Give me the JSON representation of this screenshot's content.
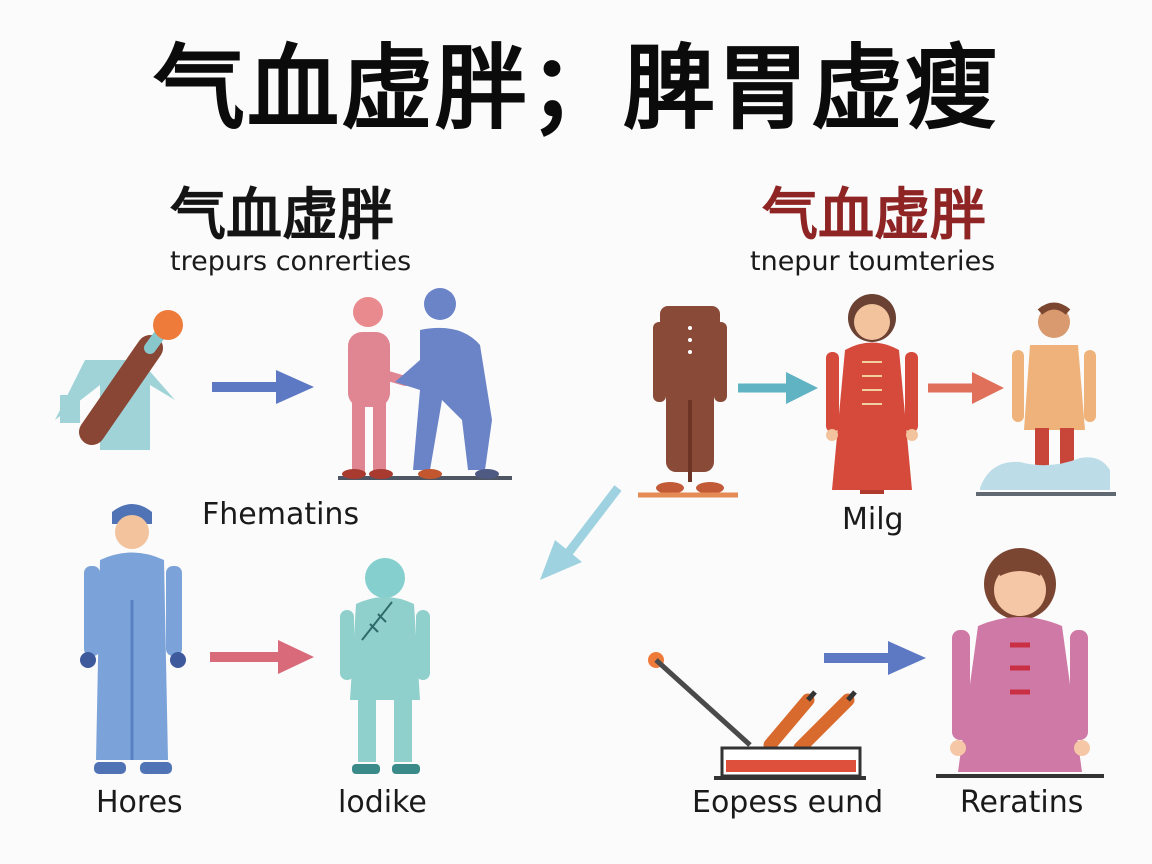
{
  "title": "气血虚胖；脾胃虚瘦",
  "left_section": {
    "title": "气血虚胖",
    "subtitle": "trepurs conrerties",
    "title_color": "#141414"
  },
  "right_section": {
    "title": "气血虚胖",
    "subtitle": "tnepur toumteries",
    "title_color": "#8e2424"
  },
  "captions": {
    "pair_top_left": "Fhematins",
    "top_right_middle": "Milg",
    "bottom_left_a": "Hores",
    "bottom_left_b": "lodike",
    "bottom_right_a": "Eopess eund",
    "bottom_right_b": "Reratins"
  },
  "icons": {
    "tool": "brush-tool-icon",
    "helping": "helping-people-icon",
    "suit": "suit-figure-icon",
    "robe_woman": "robe-woman-icon",
    "boy": "boy-figure-icon",
    "worker": "worker-figure-icon",
    "patient": "patient-figure-icon",
    "instruments": "instruments-icon",
    "woman_pink": "woman-pink-icon"
  },
  "colors": {
    "arrow_blue": "#5d79c4",
    "arrow_teal": "#5fb3c2",
    "arrow_red": "#e0705a",
    "arrow_pink": "#d96a7a",
    "arrow_lightblue": "#9fd2e0"
  }
}
